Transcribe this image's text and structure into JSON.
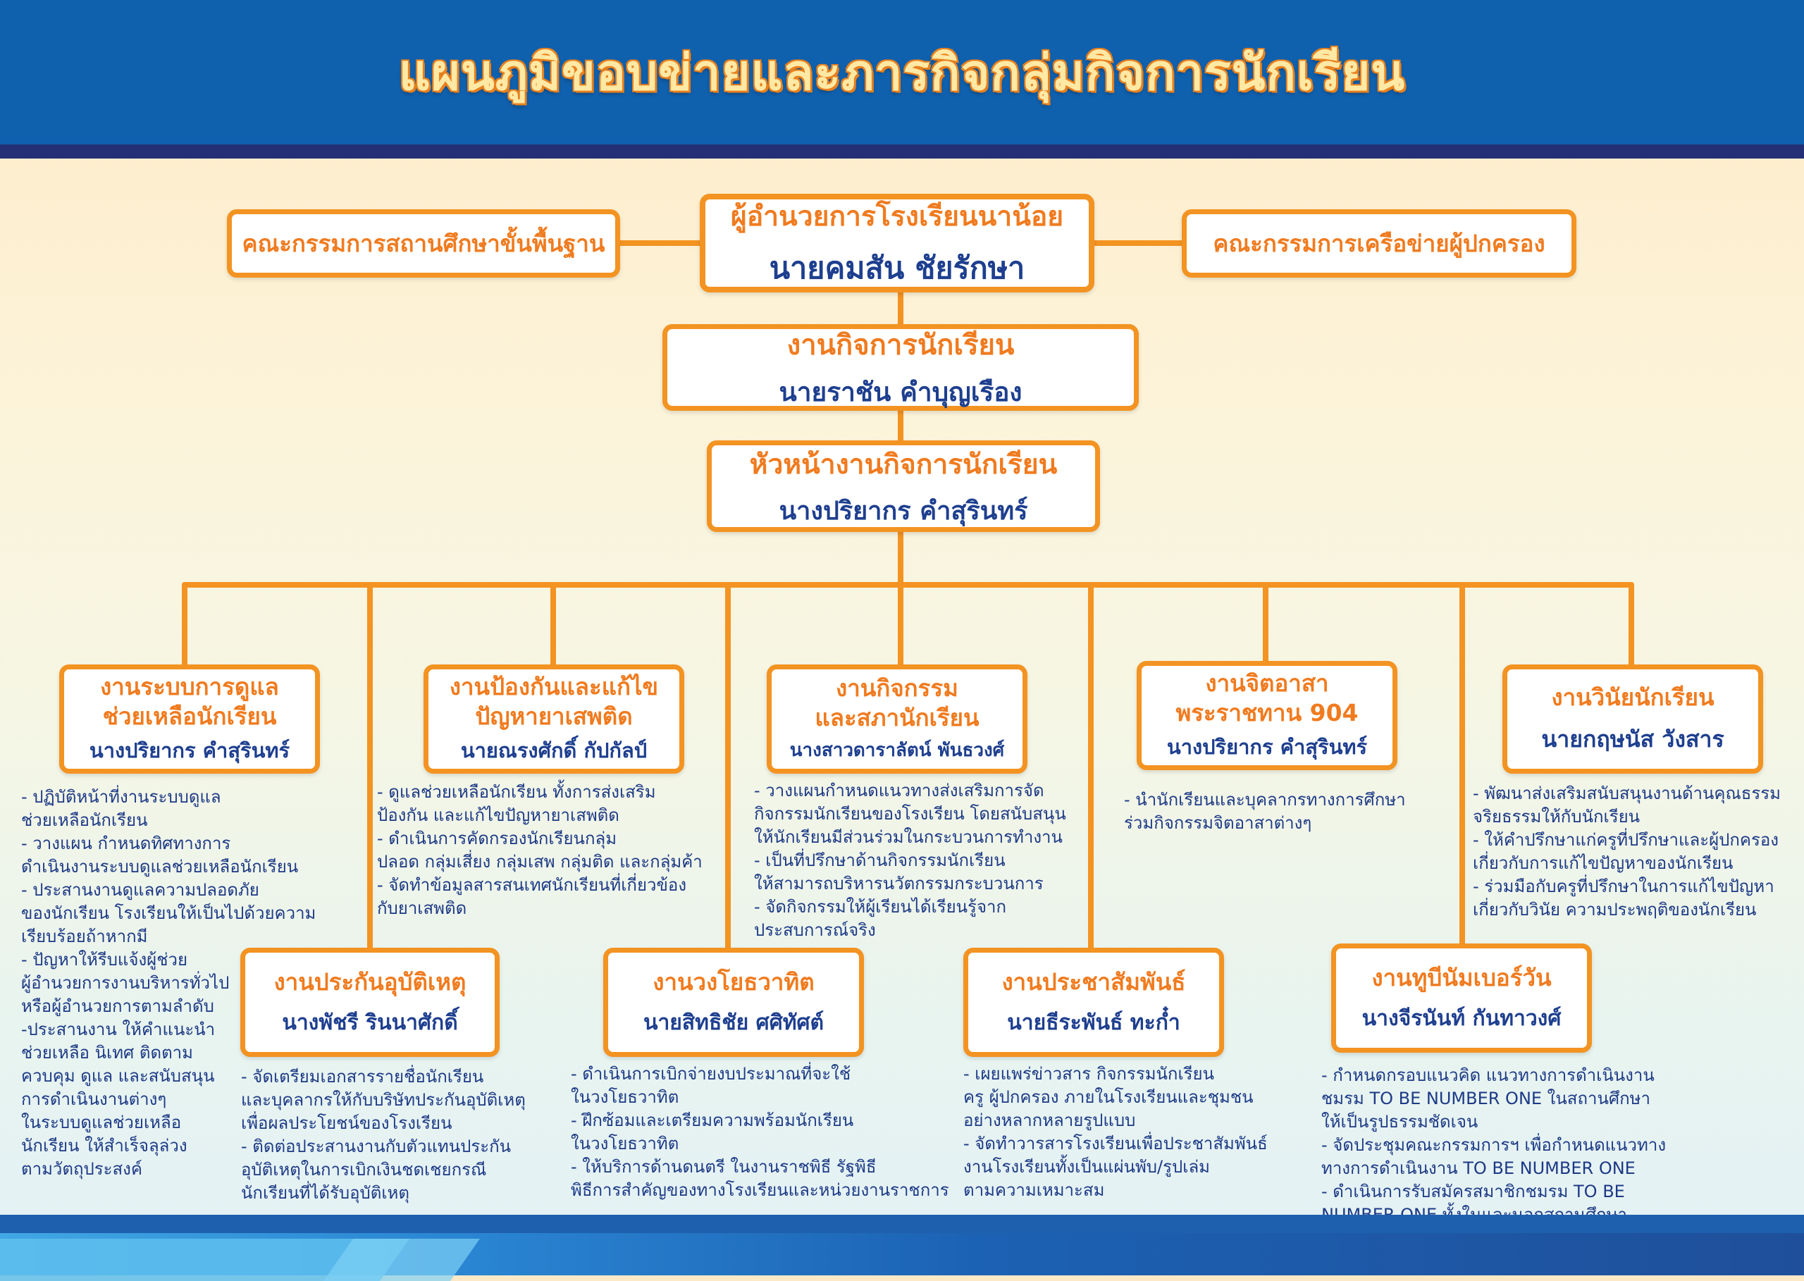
{
  "title": "แผนภูมิขอบข่ายและภารกิจกลุ่มกิจการนักเรียน",
  "colors": {
    "header_blue": "#0f60ad",
    "box_border": "#f39322",
    "title_orange": "#f07b1f",
    "text_blue": "#1e3f8f"
  },
  "top": {
    "left_committee": "คณะกรรมการสถานศึกษาขั้นพื้นฐาน",
    "right_committee": "คณะกรรมการเครือข่ายผู้ปกครอง",
    "director": {
      "role": "ผู้อำนวยการโรงเรียนนาน้อย",
      "name": "นายคมสัน  ชัยรักษา"
    }
  },
  "student_affairs": {
    "role": "งานกิจการนักเรียน",
    "name": "นายราชัน  คำบุญเรือง"
  },
  "head": {
    "role": "หัวหน้างานกิจการนักเรียน",
    "name": "นางปริยากร  คำสุรินทร์"
  },
  "units": [
    {
      "title1": "งานระบบการดูแล",
      "title2": "ช่วยเหลือนักเรียน",
      "name": "นางปริยากร  คำสุรินทร์",
      "desc": "  - ปฏิบัติหน้าที่งานระบบดูแล\nช่วยเหลือนักเรียน\n  - วางแผน กำหนดทิศทางการ\nดำเนินงานระบบดูแลช่วยเหลือนักเรียน\n  - ประสานงานดูแลความปลอดภัย\nของนักเรียน โรงเรียนให้เป็นไปด้วยความ\nเรียบร้อยถ้าหากมี\n   - ปัญหาให้รีบแจ้งผู้ช่วย\nผู้อำนวยการงานบริหารทั่วไป\nหรือผู้อำนวยการตามลำดับ\n  -ประสานงาน ให้คำแนะนำ\nช่วยเหลือ นิเทศ ติดตาม\nควบคุม ดูแล และสนับสนุน\nการดำเนินงานต่างๆ\nในระบบดูแลช่วยเหลือ\nนักเรียน ให้สำเร็จลุล่วง\nตามวัตถุประสงค์"
    },
    {
      "title1": "งานป้องกันและแก้ไข",
      "title2": "ปัญหายาเสพติด",
      "name": "นายณรงศักดิ์  กัปกัลป์",
      "desc": "  - ดูแลช่วยเหลือนักเรียน ทั้งการส่งเสริม\nป้องกัน และแก้ไขปัญหายาเสพติด\n  - ดำเนินการคัดกรองนักเรียนกลุ่ม\nปลอด กลุ่มเสี่ยง กลุ่มเสพ กลุ่มติด และกลุ่มค้า\n  - จัดทำข้อมูลสารสนเทศนักเรียนที่เกี่ยวข้อง\nกับยาเสพติด"
    },
    {
      "title1": "งานกิจกรรม",
      "title2": "และสภานักเรียน",
      "name": "นางสาวดาราลัตน์ พันธวงศ์",
      "desc": "  -  วางแผนกำหนดแนวทางส่งเสริมการจัด\nกิจกรรมนักเรียนของโรงเรียน โดยสนับสนุน\nให้นักเรียนมีส่วนร่วมในกระบวนการทำงาน\n  - เป็นที่ปรึกษาด้านกิจกรรมนักเรียน\nให้สามารถบริหารนวัตกรรมกระบวนการ\n  - จัดกิจกรรมให้ผู้เรียนได้เรียนรู้จาก\nประสบการณ์จริง"
    },
    {
      "title1": "งานจิตอาสา",
      "title2": "พระราชทาน 904",
      "name": "นางปริยากร  คำสุรินทร์",
      "desc": "  - นำนักเรียนและบุคลากรทางการศึกษา\nร่วมกิจกรรมจิตอาสาต่างๆ"
    },
    {
      "title1": "งานวินัยนักเรียน",
      "title2": "",
      "name": "นายกฤษนัส  วังสาร",
      "desc": "  - พัฒนาส่งเสริมสนับสนุนงานด้านคุณธรรม\nจริยธรรมให้กับนักเรียน\n  - ให้คำปรึกษาแก่ครูที่ปรึกษาและผู้ปกครอง\nเกี่ยวกับการแก้ไขปัญหาของนักเรียน\n  -  ร่วมมือกับครูที่ปรึกษาในการแก้ไขปัญหา\nเกี่ยวกับวินัย ความประพฤติของนักเรียน"
    },
    {
      "title1": "งานประกันอุบัติเหตุ",
      "title2": "",
      "name": "นางพัชรี  รินนาศักดิ์",
      "desc": "  - จัดเตรียมเอกสารรายชื่อนักเรียน\nและบุคลากรให้กับบริษัทประกันอุบัติเหตุ\nเพื่อผลประโยชน์ของโรงเรียน\n  - ติดต่อประสานงานกับตัวแทนประกัน\nอุบัติเหตุในการเบิกเงินชดเชยกรณี\nนักเรียนที่ได้รับอุบัติเหตุ"
    },
    {
      "title1": "งานวงโยธวาทิต",
      "title2": "",
      "name": "นายสิทธิชัย ศศิทัศต์",
      "desc": "  - ดำเนินการเบิกจ่ายงบประมาณที่จะใช้\nในวงโยธวาทิต\n  - ฝึกซ้อมและเตรียมความพร้อมนักเรียน\nในวงโยธวาทิต\n  - ให้บริการด้านดนตรี ในงานราชพิธี รัฐพิธี\nพิธีการสำคัญของทางโรงเรียนและหน่วยงานราชการ"
    },
    {
      "title1": "งานประชาสัมพันธ์",
      "title2": "",
      "name": "นายธีระพันธ์ ทะก๋ำ",
      "desc": "  -  เผยแพร่ข่าวสาร กิจกรรมนักเรียน\nครู ผู้ปกครอง ภายในโรงเรียนและชุมชน\nอย่างหลากหลายรูปแบบ\n  - จัดทำวารสารโรงเรียนเพื่อประชาสัมพันธ์\nงานโรงเรียนทั้งเป็นแผ่นพับ/รูปเล่ม\nตามความเหมาะสม"
    },
    {
      "title1": "งานทูบีนัมเบอร์วัน",
      "title2": "",
      "name": "นางจีรนันท์ กันทาวงศ์",
      "desc": "  - กำหนดกรอบแนวคิด แนวทางการดำเนินงาน\nชมรม TO BE NUMBER ONE  ในสถานศึกษา\nให้เป็นรูปธรรมชัดเจน\n  - จัดประชุมคณะกรรมการฯ เพื่อกำหนดแนวทาง\nทางการดำเนินงาน TO BE NUMBER ONE\n  - ดำเนินการรับสมัครสมาชิกชมรม TO BE\nNUMBER ONE ทั้งในและนอกสถานศึกษา"
    }
  ]
}
